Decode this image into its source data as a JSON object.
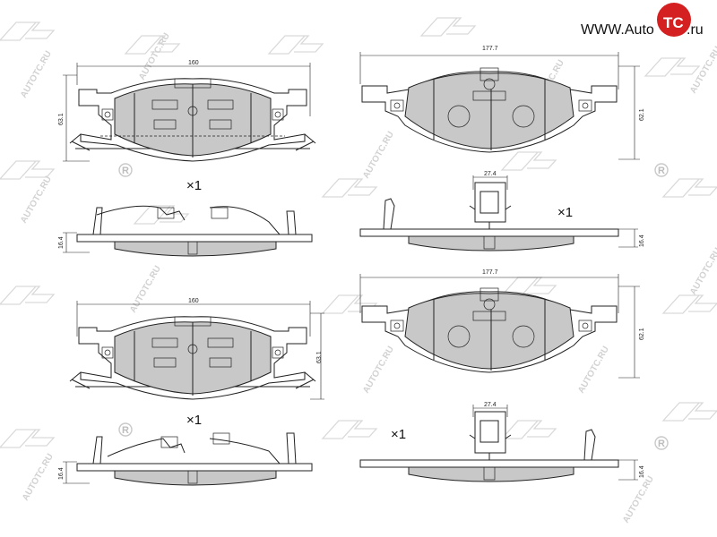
{
  "logo": {
    "prefix": "WWW.Auto",
    "badge": "TC",
    "suffix": ".ru",
    "accent_color": "#d42020"
  },
  "watermark": {
    "text": "AUTOTC.RU",
    "registered_mark": "R"
  },
  "views": {
    "top_left_front": {
      "width": "160",
      "height": "63.1"
    },
    "top_left_side": {
      "thickness": "16.4",
      "quantity": "×1"
    },
    "top_right_front": {
      "width": "177.7",
      "height": "62.1"
    },
    "top_right_side": {
      "sensor_width": "27.4",
      "thickness": "16.4",
      "quantity": "×1"
    },
    "bottom_left_front": {
      "width": "160",
      "height": "63.1"
    },
    "bottom_left_side": {
      "thickness": "16.4",
      "quantity": "×1"
    },
    "bottom_right_front": {
      "width": "177.7",
      "height": "62.1"
    },
    "bottom_right_side": {
      "sensor_width": "27.4",
      "thickness": "16.4",
      "quantity": "×1"
    }
  }
}
